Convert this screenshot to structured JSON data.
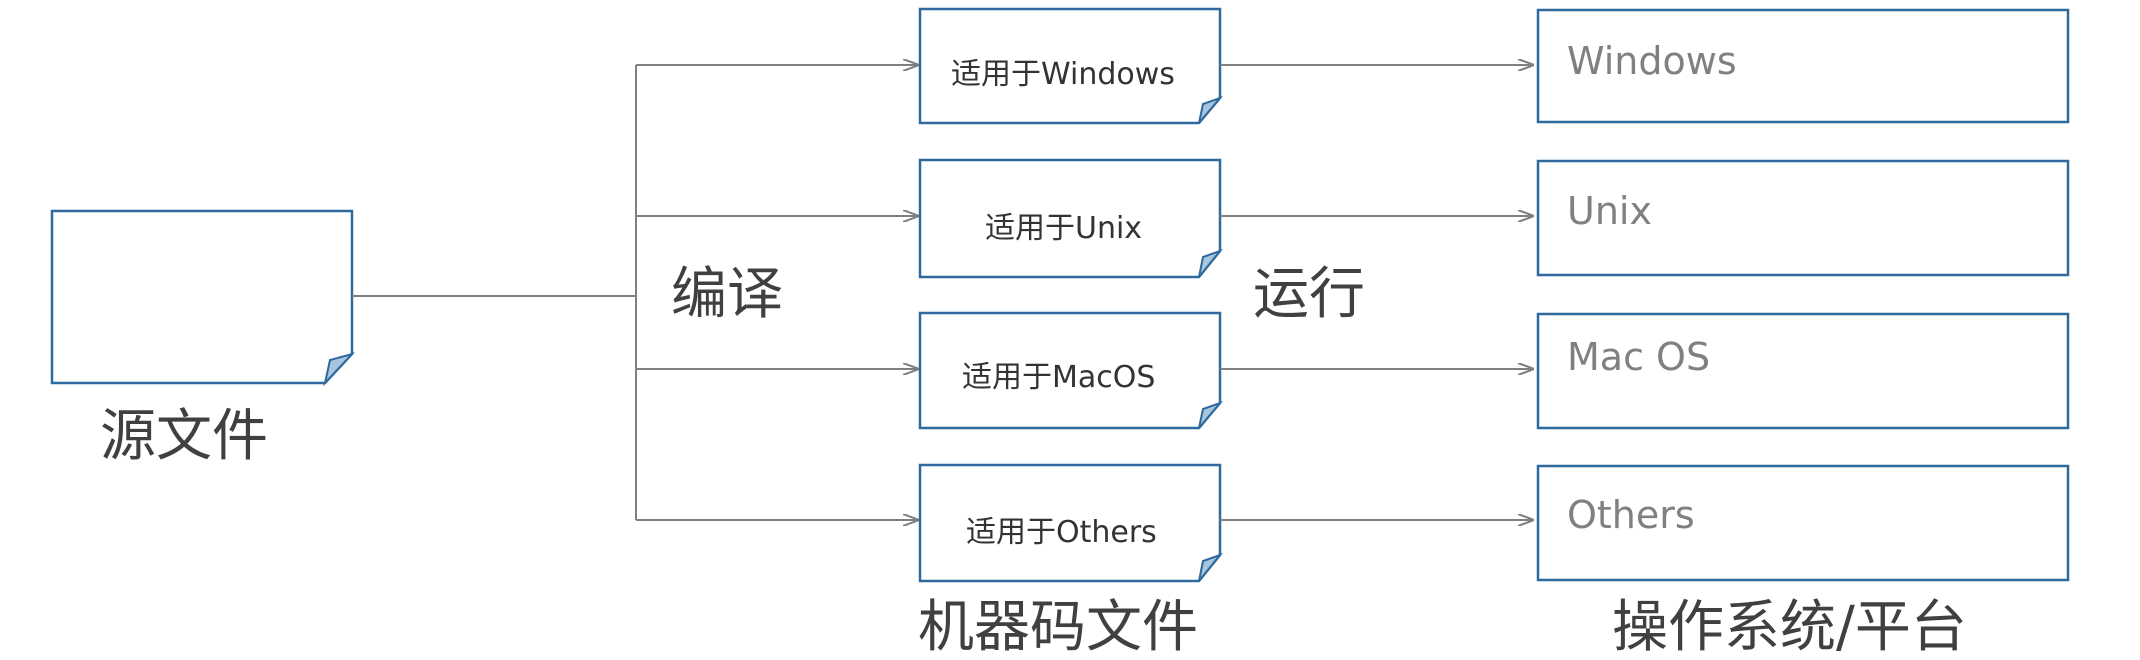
{
  "labels": {
    "source": "源文件",
    "compile": "编译",
    "run": "运行",
    "machine_code_files": "机器码文件",
    "os_platform": "操作系统/平台"
  },
  "machine_code_boxes": [
    "适用于Windows",
    "适用于Unix",
    "适用于MacOS",
    "适用于Others"
  ],
  "os_boxes": [
    "Windows",
    "Unix",
    "Mac OS",
    "Others"
  ],
  "colors": {
    "box_border": "#2e6a9e",
    "box_fold": "#a9c4dd",
    "connector": "#7f7f7f",
    "label_text": "#404040",
    "os_text": "#808080"
  }
}
